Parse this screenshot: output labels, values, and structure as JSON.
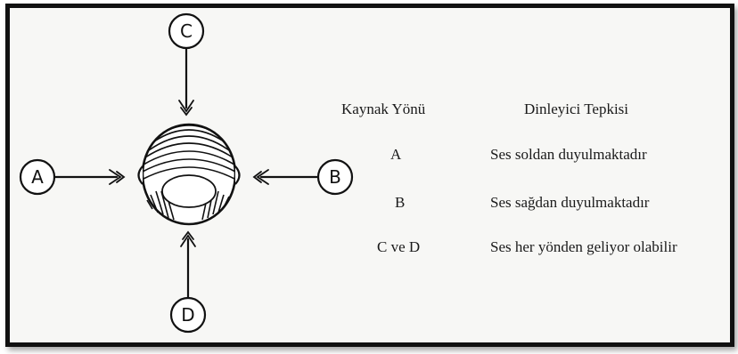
{
  "diagram": {
    "sources": [
      "A",
      "B",
      "C",
      "D"
    ]
  },
  "table": {
    "headers": {
      "source": "Kaynak Yönü",
      "response": "Dinleyici Tepkisi"
    },
    "rows": [
      {
        "source": "A",
        "response": "Ses soldan duyulmaktadır"
      },
      {
        "source": "B",
        "response": "Ses sağdan duyulmaktadır"
      },
      {
        "source": "C ve D",
        "response": "Ses her yönden geliyor olabilir"
      }
    ]
  }
}
